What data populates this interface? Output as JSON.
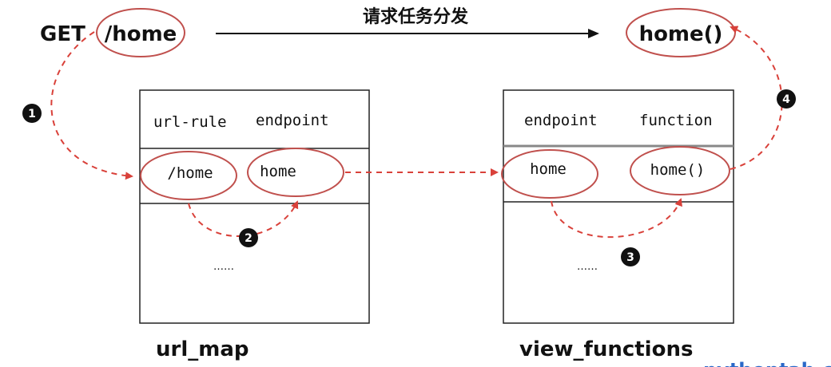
{
  "request": {
    "method": "GET",
    "path": "/home",
    "dispatch_label": "请求任务分发",
    "target": "home()"
  },
  "url_map": {
    "title": "url_map",
    "headers": [
      "url-rule",
      "endpoint"
    ],
    "row": [
      "/home",
      "home"
    ],
    "ellipsis": "……"
  },
  "view_functions": {
    "title": "view_functions",
    "headers": [
      "endpoint",
      "function"
    ],
    "row": [
      "home",
      "home()"
    ],
    "ellipsis": "……"
  },
  "steps": [
    "1",
    "2",
    "3",
    "4"
  ],
  "watermark": "pythontab.c",
  "colors": {
    "ellipse": "#c0504d",
    "dashed": "#d9413a",
    "text": "#111111",
    "watermark": "#2a68c8"
  }
}
